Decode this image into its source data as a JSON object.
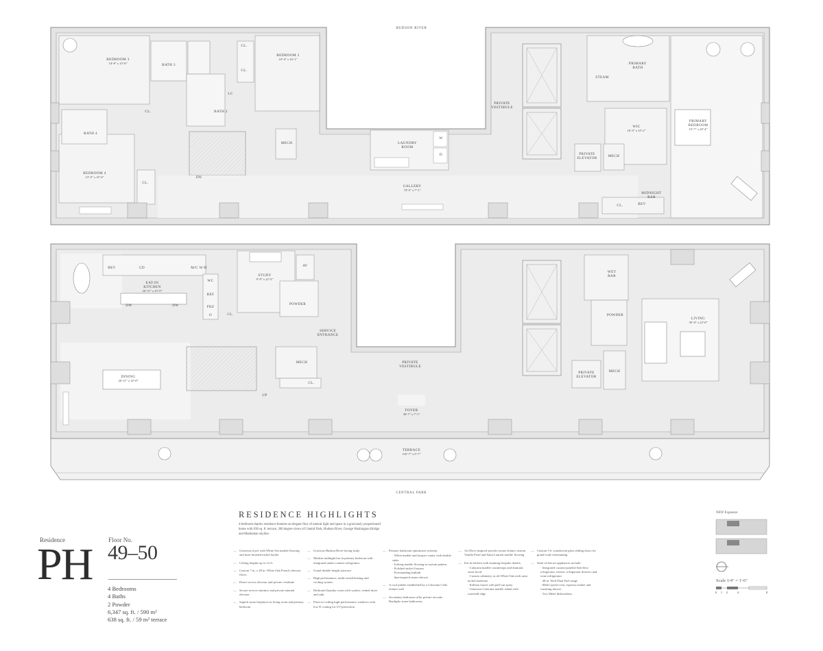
{
  "orientation": {
    "north": "HUDSON RIVER",
    "south": "CENTRAL PARK"
  },
  "upper_floor": {
    "rooms": [
      {
        "name": "BEDROOM 3",
        "dims": "14'-8\" x 15'-8\""
      },
      {
        "name": "BATH 3",
        "dims": ""
      },
      {
        "name": "CL.",
        "dims": ""
      },
      {
        "name": "CL.",
        "dims": ""
      },
      {
        "name": "BEDROOM 2",
        "dims": "10'-4\" x 16'-1\""
      },
      {
        "name": "LC",
        "dims": ""
      },
      {
        "name": "BATH 2",
        "dims": ""
      },
      {
        "name": "CL.",
        "dims": ""
      },
      {
        "name": "BATH 4",
        "dims": ""
      },
      {
        "name": "BEDROOM 4",
        "dims": "13'-5\" x 15'-4\""
      },
      {
        "name": "CL.",
        "dims": ""
      },
      {
        "name": "DN",
        "dims": ""
      },
      {
        "name": "MECH",
        "dims": ""
      },
      {
        "name": "LAUNDRY ROOM",
        "dims": ""
      },
      {
        "name": "W",
        "dims": ""
      },
      {
        "name": "D",
        "dims": ""
      },
      {
        "name": "GALLERY",
        "dims": "74'-5\" x 7'-1\""
      },
      {
        "name": "PRIVATE VESTIBULE",
        "dims": ""
      },
      {
        "name": "PRIMARY BATH",
        "dims": ""
      },
      {
        "name": "STEAM",
        "dims": ""
      },
      {
        "name": "WIC",
        "dims": "16'-5\" x 10'-2\""
      },
      {
        "name": "PRIMARY BEDROOM",
        "dims": "15'-7\" x 20'-4\""
      },
      {
        "name": "PRIVATE ELEVATOR",
        "dims": ""
      },
      {
        "name": "MECH",
        "dims": ""
      },
      {
        "name": "MIDNIGHT BAR",
        "dims": ""
      },
      {
        "name": "CL.",
        "dims": ""
      },
      {
        "name": "BEV",
        "dims": ""
      }
    ]
  },
  "lower_floor": {
    "rooms": [
      {
        "name": "BEV",
        "dims": ""
      },
      {
        "name": "CD",
        "dims": ""
      },
      {
        "name": "M/C W/D",
        "dims": ""
      },
      {
        "name": "EAT-IN KITCHEN",
        "dims": "26'-11\" x 15'-9\""
      },
      {
        "name": "DW",
        "dims": ""
      },
      {
        "name": "DW",
        "dims": ""
      },
      {
        "name": "WC",
        "dims": ""
      },
      {
        "name": "REF",
        "dims": ""
      },
      {
        "name": "FRZ",
        "dims": ""
      },
      {
        "name": "O",
        "dims": ""
      },
      {
        "name": "CL.",
        "dims": ""
      },
      {
        "name": "STUDY",
        "dims": "9'-9\" x 12'-5\""
      },
      {
        "name": "AV",
        "dims": ""
      },
      {
        "name": "POWDER",
        "dims": ""
      },
      {
        "name": "SERVICE ENTRANCE",
        "dims": ""
      },
      {
        "name": "DINING",
        "dims": "20'-11\" x 14'-8\""
      },
      {
        "name": "UP",
        "dims": ""
      },
      {
        "name": "MECH",
        "dims": ""
      },
      {
        "name": "CL.",
        "dims": ""
      },
      {
        "name": "PRIVATE VESTIBULE",
        "dims": ""
      },
      {
        "name": "FOYER",
        "dims": "38'-7\" x 7'-1\""
      },
      {
        "name": "WET BAR",
        "dims": ""
      },
      {
        "name": "POWDER",
        "dims": ""
      },
      {
        "name": "LIVING",
        "dims": "30'-4\" x 22'-8\""
      },
      {
        "name": "PRIVATE ELEVATOR",
        "dims": ""
      },
      {
        "name": "MECH",
        "dims": ""
      },
      {
        "name": "TERRACE",
        "dims": "116'-7\" x 5'-7\""
      }
    ]
  },
  "residence": {
    "label": "Residence",
    "name": "PH",
    "floor_label": "Floor No.",
    "floor": "49–50",
    "stats": [
      "4 Bedrooms",
      "4 Baths",
      "2 Powder",
      "6,347 sq. ft. / 590 m²",
      "638 sq. ft. / 59 m² terrace"
    ]
  },
  "highlights": {
    "title": "RESIDENCE HIGHLIGHTS",
    "intro": "4-bedroom duplex residence features an elegant flow of natural light and space in a graciously proportioned home with 638 sq. ft. terrace, 360 degree views of Central Park, Hudson River, George Washington Bridge and Manhattan skyline.",
    "columns": [
      {
        "items": [
          {
            "text": "Generous foyer with White Sea marble flooring and inset brushed nickel border",
            "subs": []
          },
          {
            "text": "Ceiling heights up to 12 ft.",
            "subs": []
          },
          {
            "text": "Custom 7 in. x 28 in. White Oak French chevron floors",
            "subs": []
          },
          {
            "text": "Direct-access elevator and private vestibule",
            "subs": []
          },
          {
            "text": "Secure service entrance and private internal elevator",
            "subs": []
          },
          {
            "text": "Superb stone fireplaces in living room and primary bedroom",
            "subs": []
          }
        ]
      },
      {
        "items": [
          {
            "text": "Gracious Hudson River-facing study",
            "subs": []
          },
          {
            "text": "Modern midnight bar in primary bedroom with integrated under-counter refrigerator",
            "subs": []
          },
          {
            "text": "Grand double-height staircase",
            "subs": []
          },
          {
            "text": "High performance, multi-zoned heating and cooling system",
            "subs": []
          },
          {
            "text": "Dedicated laundry room with washer, vented dryer and sink",
            "subs": []
          },
          {
            "text": "Floor-to-ceiling high-performance windows with low-E coating for UV-protection",
            "subs": []
          }
        ]
      },
      {
        "items": [
          {
            "text": "Primary bathroom epitomizes serenity:",
            "subs": [
              "White marble and lacquer vanity with double sinks",
              "Iceberg marble flooring in custom pattern",
              "Polished nickel fixtures",
              "Freestanding bathtub",
              "Spa-inspired steam shower"
            ]
          },
          {
            "text": "A cool palette established by a Calacatta Cielo feature wall",
            "subs": []
          },
          {
            "text": "Secondary bedrooms offer private en-suite Bardiglio stone bathrooms",
            "subs": []
          }
        ]
      },
      {
        "items": [
          {
            "text": "Art Deco-inspired powder rooms feature custom Vanilla Pearl and Saint Laurent marble flooring",
            "subs": []
          },
          {
            "text": "Eat-in kitchen with stunning bespoke details:",
            "subs": [
              "Calacatta marble countertops and dramatic stone hood",
              "Custom cabinetry in rift White Oak with satin nickel hardware",
              "Kallista faucet with pull-out spray",
              "Generous Calacatta marble island with waterfall edge"
            ]
          }
        ]
      },
      {
        "items": [
          {
            "text": "Custom 5 ft. translucent glass sliding doors for grand-scale entertaining",
            "subs": []
          },
          {
            "text": "State-of-the-art appliances include:",
            "subs": [
              "Integrated custom-paneled Sub-Zero refrigerator, freezer, refrigerator drawers and wine refrigerator",
              "48 in. Wolf Dual Fuel range",
              "Miele speed oven, espresso maker and warming drawer",
              "Two Miele dishwashers"
            ]
          }
        ]
      }
    ]
  },
  "key": {
    "view_label": "NEW Exposure",
    "scale": "Scale 1/4\" = 1'-0\"",
    "scale_ticks": [
      "0",
      "1",
      "2",
      "4",
      "8"
    ]
  }
}
